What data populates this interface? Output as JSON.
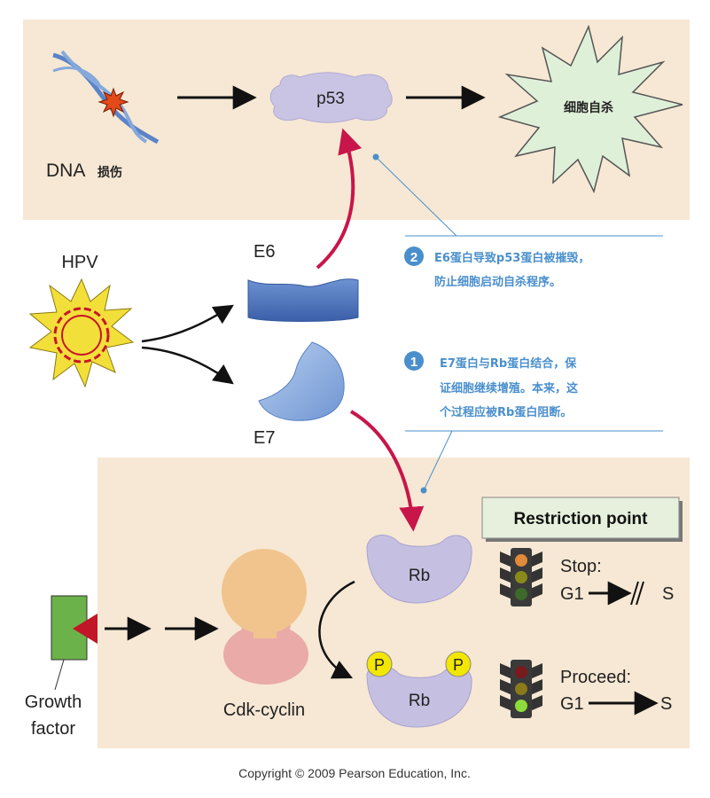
{
  "top_panel": {
    "dna_label": "DNA",
    "dna_damage_label": "损伤",
    "p53_label": "p53",
    "apoptosis_label": "细胞自杀"
  },
  "middle": {
    "hpv_label": "HPV",
    "e6_label": "E6",
    "e7_label": "E7"
  },
  "annotations": [
    {
      "number": "2",
      "lines": [
        "E6蛋白导致p53蛋白被摧毁，",
        "防止细胞启动自杀程序。"
      ]
    },
    {
      "number": "1",
      "lines": [
        "E7蛋白与Rb蛋白结合，保",
        "证细胞继续增殖。本来，这",
        "个过程应被Rb蛋白阻断。"
      ]
    }
  ],
  "bottom_panel": {
    "restriction_point": "Restriction point",
    "rb_label": "Rb",
    "rb_p_label": "Rb",
    "phosphate_label": "P",
    "stop_label": "Stop:",
    "stop_g1": "G1",
    "stop_s": "S",
    "proceed_label": "Proceed:",
    "proceed_g1": "G1",
    "proceed_s": "S",
    "cdk_cyclin_label": "Cdk-cyclin",
    "growth_factor_line1": "Growth",
    "growth_factor_line2": "factor"
  },
  "copyright": "Copyright © 2009 Pearson Education, Inc.",
  "colors": {
    "panel_bg": "#f6e8d4",
    "p53_fill": "#c9c3e4",
    "rb_fill": "#c5bfe1",
    "e6_fill": "#4a72b8",
    "e7_fill": "#8eb0e0",
    "accent_arrow": "#c8154a",
    "annotation": "#4a8fcc",
    "phosphate": "#f3e600",
    "growth_factor_green": "#6bb24a",
    "growth_factor_red": "#c01628",
    "cdk_top": "#f1c48e",
    "cdk_bottom": "#e9aaa8"
  },
  "icons": [
    "dna-helix-icon",
    "damage-burst-icon",
    "hpv-virus-icon",
    "traffic-light-stop-icon",
    "traffic-light-go-icon"
  ]
}
